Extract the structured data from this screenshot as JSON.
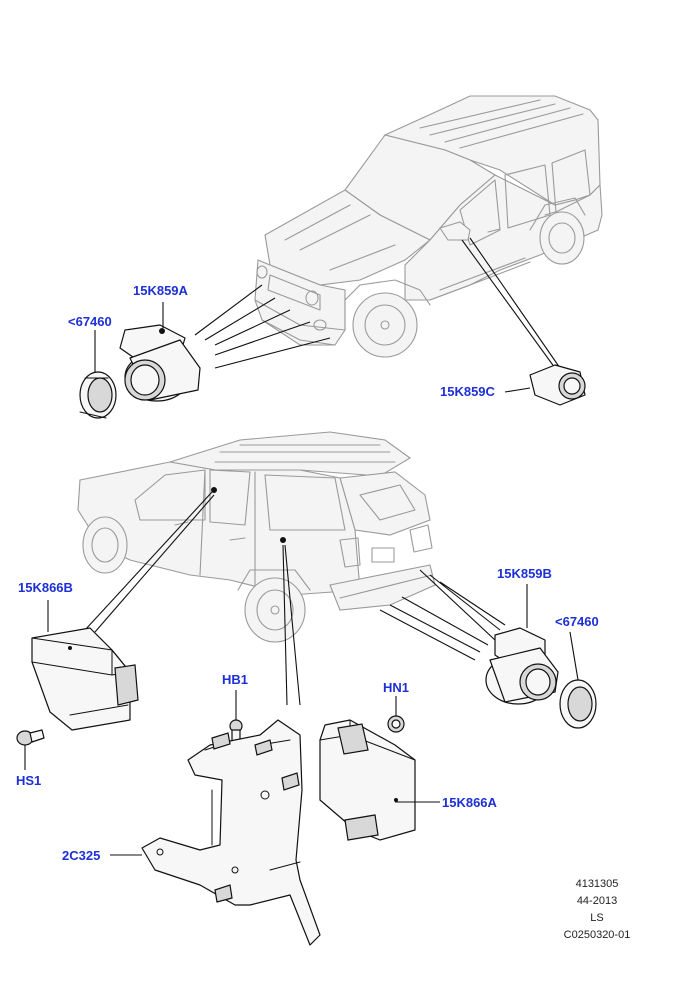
{
  "callouts": {
    "c1": "15K859A",
    "c2": "<67460",
    "c3": "15K859C",
    "c4": "15K866B",
    "c5": "15K859B",
    "c6": "<67460",
    "c7": "HB1",
    "c8": "HN1",
    "c9": "HS1",
    "c10": "15K866A",
    "c11": "2C325"
  },
  "reference": {
    "line1": "4131305",
    "line2": "44-2013",
    "line3": "LS",
    "line4": "C0250320-01"
  },
  "colors": {
    "callout": "#1d2fd6",
    "vehicle_outline": "#9a9a9a",
    "part_outline": "#111111"
  }
}
